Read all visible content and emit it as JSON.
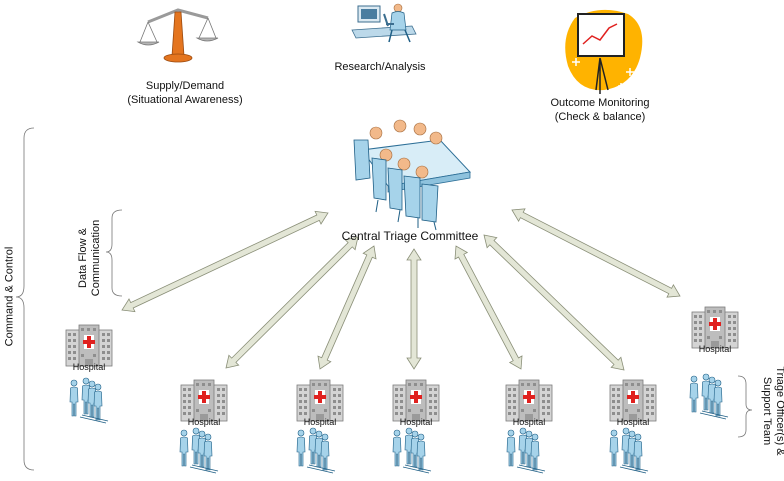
{
  "top_icons": {
    "supply_demand": {
      "icon": "balance-scale-icon",
      "line1": "Supply/Demand",
      "line2": "(Situational Awareness)"
    },
    "research": {
      "icon": "researcher-microscope-icon",
      "label": "Research/Analysis"
    },
    "outcome": {
      "icon": "chart-easel-icon",
      "line1": "Outcome Monitoring",
      "line2": "(Check & balance)"
    }
  },
  "committee": {
    "icon": "committee-meeting-icon",
    "label": "Central Triage Committee"
  },
  "side_labels": {
    "command_control": "Command & Control",
    "data_flow_line1": "Data Flow &",
    "data_flow_line2": "Communication",
    "triage_line1": "Triage Officer(s) &",
    "triage_line2": "Support Team"
  },
  "hospital_label": "Hospital",
  "hospitals": [
    {
      "label": "Hospital"
    },
    {
      "label": "Hospital"
    },
    {
      "label": "Hospital"
    },
    {
      "label": "Hospital"
    },
    {
      "label": "Hospital"
    },
    {
      "label": "Hospital"
    },
    {
      "label": "Hospital"
    }
  ],
  "colors": {
    "arrow_fill": "#e3e6d6",
    "arrow_stroke": "#8a8f78",
    "building": "#b9b9b9",
    "building_dark": "#8c8c8c",
    "red_cross": "#e0211f",
    "person": "#a6d3ea",
    "person_stroke": "#1f5f86",
    "skin": "#f2b98a",
    "scale_orange": "#e4751f",
    "easel_bg": "#ffb300"
  }
}
